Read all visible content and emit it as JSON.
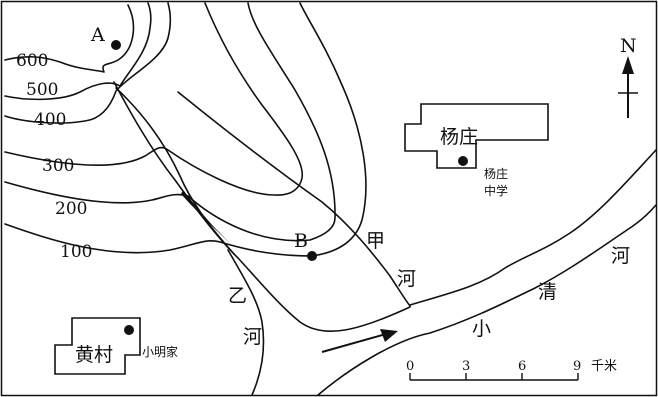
{
  "contour_labels": [
    "600",
    "500",
    "400",
    "300",
    "200",
    "100"
  ],
  "points": {
    "a": "A",
    "b": "B"
  },
  "places": {
    "yangzhuang": "杨庄",
    "yangzhuang_school": [
      "杨庄",
      "中学"
    ],
    "huangcun": "黄村",
    "xiaoming_home": "小明家"
  },
  "rivers": {
    "jia_he": [
      "甲",
      "河"
    ],
    "yi_he": [
      "乙",
      "河"
    ],
    "xiaoqing_he": [
      "小",
      "清",
      "河"
    ]
  },
  "north": "N",
  "scale": {
    "ticks": [
      "0",
      "3",
      "6",
      "9"
    ],
    "unit": "千米"
  },
  "colors": {
    "ink": "#111111",
    "background": "#ffffff"
  }
}
